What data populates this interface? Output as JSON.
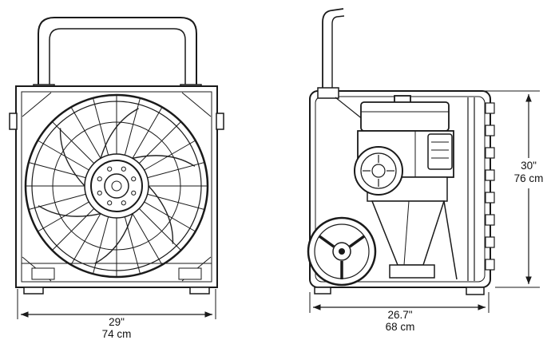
{
  "dimensions": {
    "front_width_in": "29\"",
    "front_width_cm": "74 cm",
    "side_depth_in": "26.7\"",
    "side_depth_cm": "68 cm",
    "side_height_in": "30\"",
    "side_height_cm": "76 cm"
  },
  "colors": {
    "line": "#1a1a1a",
    "background": "#ffffff"
  }
}
